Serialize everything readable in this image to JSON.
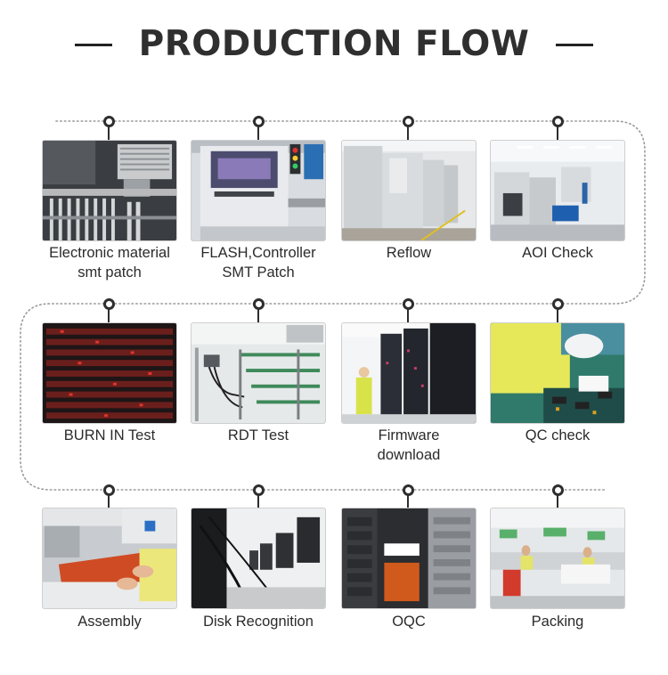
{
  "title": "PRODUCTION FLOW",
  "steps": [
    {
      "label_lines": [
        "Electronic material",
        "smt patch"
      ],
      "image_icon": "smt-machine-photo"
    },
    {
      "label_lines": [
        "FLASH,Controller",
        "SMT Patch"
      ],
      "image_icon": "aoi-machine-photo"
    },
    {
      "label_lines": [
        "Reflow"
      ],
      "image_icon": "reflow-oven-photo"
    },
    {
      "label_lines": [
        "AOI Check"
      ],
      "image_icon": "factory-floor-photo"
    },
    {
      "label_lines": [
        "BURN IN Test"
      ],
      "image_icon": "burn-in-rack-photo"
    },
    {
      "label_lines": [
        "RDT Test"
      ],
      "image_icon": "rdt-rack-photo"
    },
    {
      "label_lines": [
        "Firmware",
        "download"
      ],
      "image_icon": "server-cabinet-photo"
    },
    {
      "label_lines": [
        "QC check"
      ],
      "image_icon": "qc-inspection-photo"
    },
    {
      "label_lines": [
        "Assembly"
      ],
      "image_icon": "assembly-photo"
    },
    {
      "label_lines": [
        "Disk Recognition"
      ],
      "image_icon": "monitor-test-photo"
    },
    {
      "label_lines": [
        "OQC"
      ],
      "image_icon": "oqc-cabinet-photo"
    },
    {
      "label_lines": [
        "Packing"
      ],
      "image_icon": "packing-line-photo"
    }
  ],
  "colors": {
    "title": "#2f2f2f",
    "connector": "#9a9a9a",
    "node": "#2e2e2e"
  }
}
